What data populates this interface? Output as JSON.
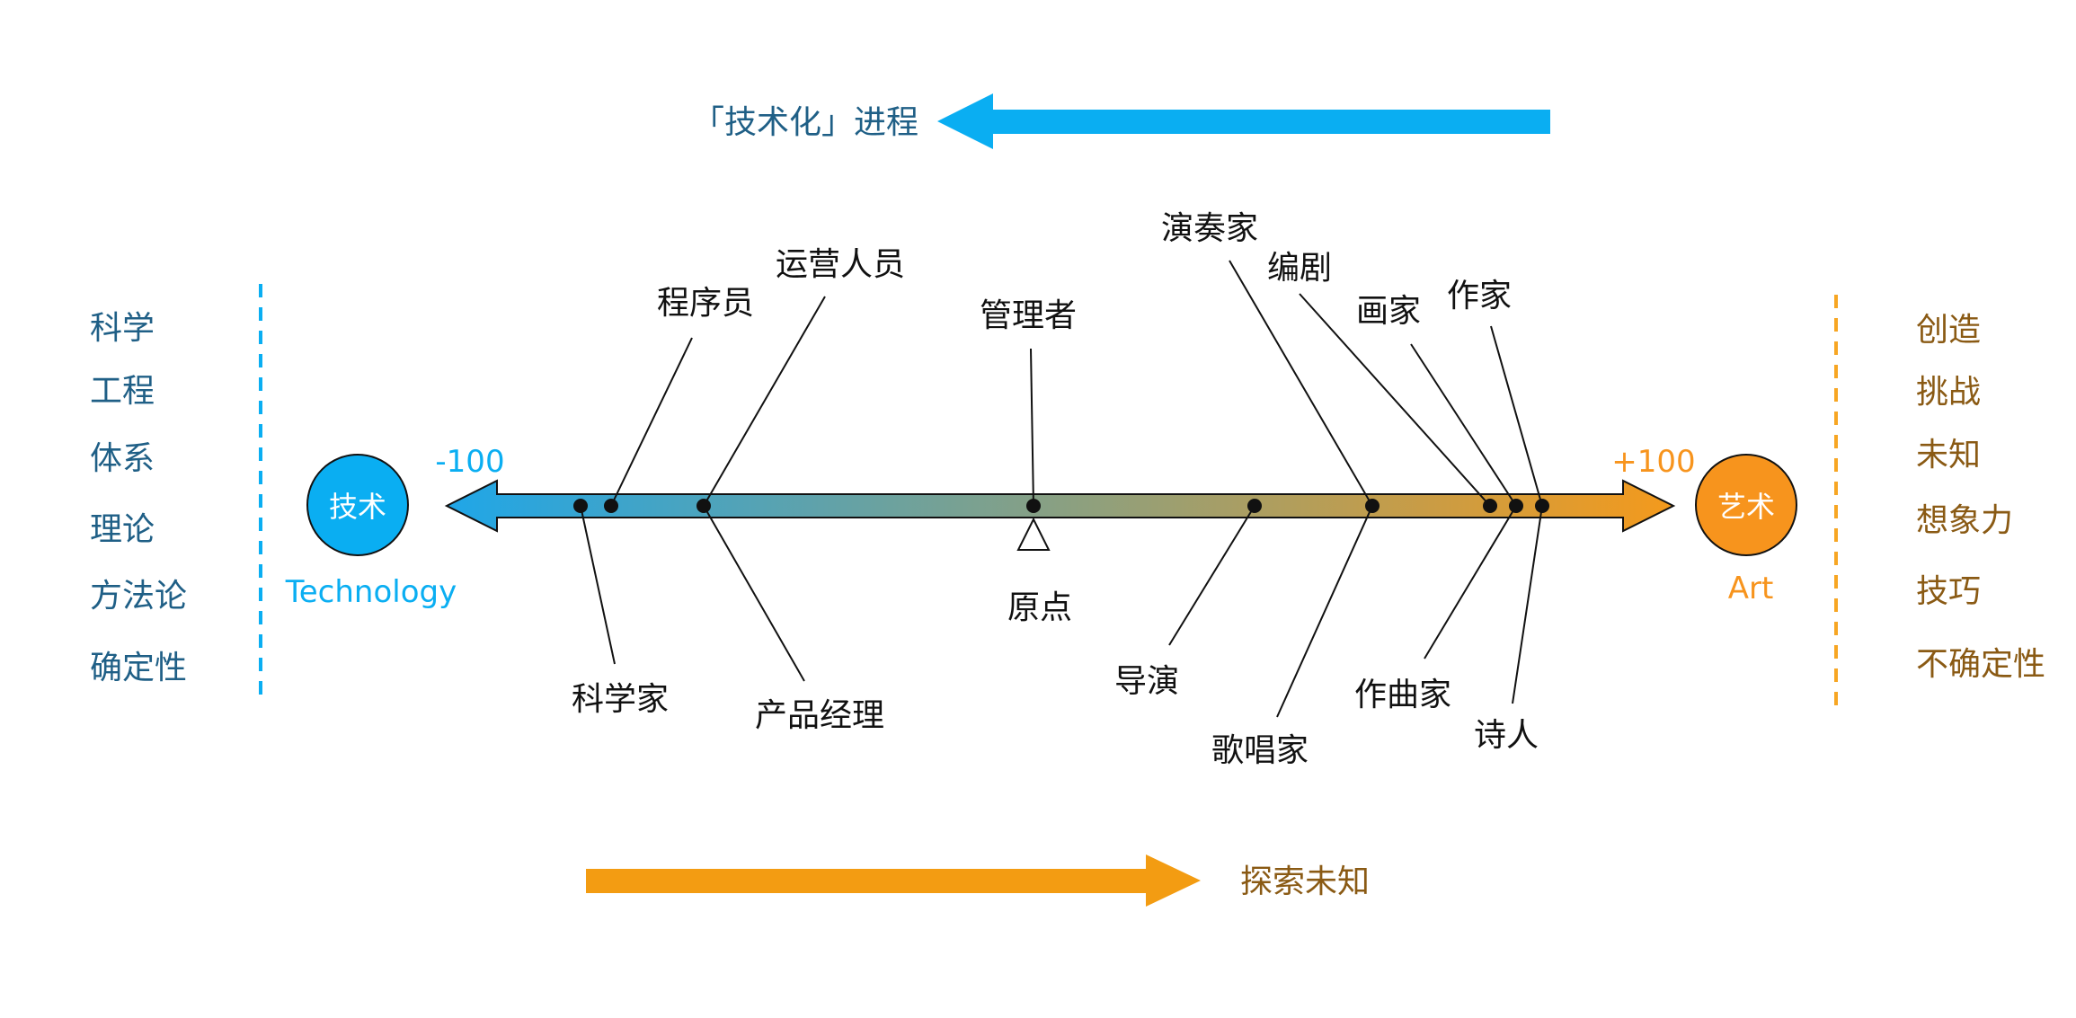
{
  "top_flow": {
    "label": "「技术化」进程",
    "color": "#0aaef2"
  },
  "bottom_flow": {
    "label": "探索未知",
    "color": "#f39c12"
  },
  "left_pole": {
    "circle_text": "技术",
    "caption": "Technology",
    "scale_label": "-100",
    "color": "#0aaef2"
  },
  "right_pole": {
    "circle_text": "艺术",
    "caption": "Art",
    "scale_label": "+100",
    "color": "#f7941d"
  },
  "origin": {
    "label": "原点"
  },
  "left_traits": [
    "科学",
    "工程",
    "体系",
    "理论",
    "方法论",
    "确定性"
  ],
  "right_traits": [
    "创造",
    "挑战",
    "未知",
    "想象力",
    "技巧",
    "不确定性"
  ],
  "gradient": {
    "start": "#1fa6e8",
    "end": "#f49a1c"
  },
  "roles": [
    {
      "id": "scientist",
      "label": "科学家"
    },
    {
      "id": "programmer",
      "label": "程序员"
    },
    {
      "id": "operations",
      "label": "运营人员"
    },
    {
      "id": "product-manager",
      "label": "产品经理"
    },
    {
      "id": "manager",
      "label": "管理者"
    },
    {
      "id": "director",
      "label": "导演"
    },
    {
      "id": "performer",
      "label": "演奏家"
    },
    {
      "id": "singer",
      "label": "歌唱家"
    },
    {
      "id": "screenwriter",
      "label": "编剧"
    },
    {
      "id": "painter",
      "label": "画家"
    },
    {
      "id": "composer",
      "label": "作曲家"
    },
    {
      "id": "writer",
      "label": "作家"
    },
    {
      "id": "poet",
      "label": "诗人"
    }
  ]
}
